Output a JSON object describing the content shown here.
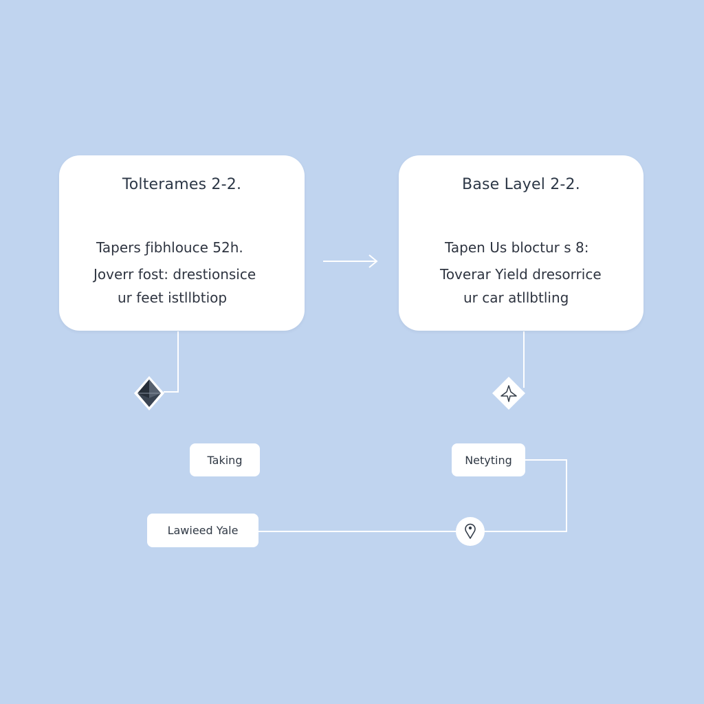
{
  "colors": {
    "background": "#c0d4ef",
    "card": "#ffffff",
    "connector": "#ffffff",
    "text": "#2c3746"
  },
  "cards": [
    {
      "title": "Tolteramеs 2-2.",
      "lines": [
        "Tapers ƒibhlouce 52h.",
        "Joverr fost: drestionsice",
        "ur feet istllbtiop"
      ]
    },
    {
      "title": "Base Layel 2-2.",
      "lines": [
        "Tapen Us bloctur s 8:",
        "Toverar Yield dresorrice",
        "ur car atllbtling"
      ]
    }
  ],
  "pills": {
    "taking": "Taking",
    "netyting": "Netyting",
    "lawieed": "Lawieed Yale"
  },
  "icons": {
    "left_node": "ethereum-diamond-icon",
    "right_node": "star-diamond-icon",
    "bottom_node": "location-pin-icon",
    "arrow": "arrow-right-icon"
  }
}
